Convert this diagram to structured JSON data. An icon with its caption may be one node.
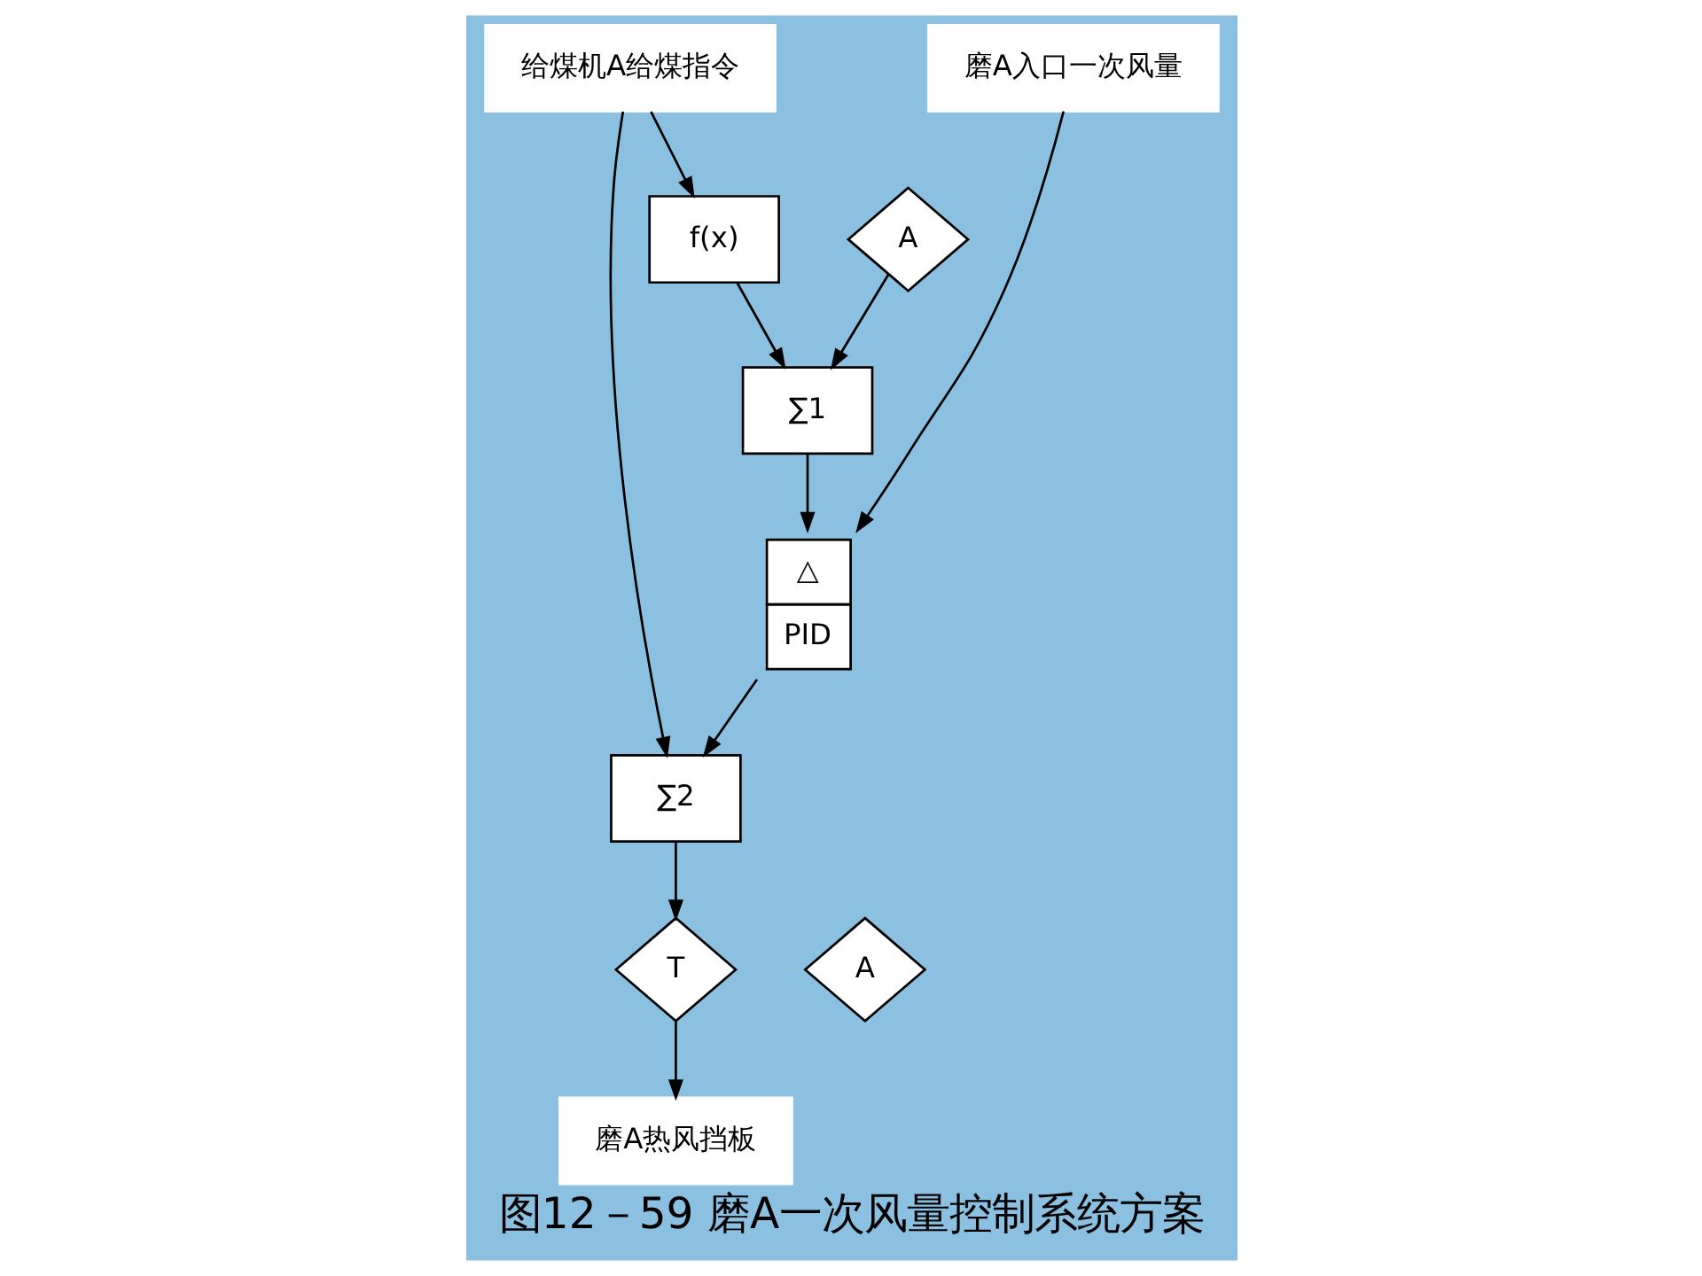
{
  "diagram": {
    "caption": "图12－59 磨A一次风量控制系统方案",
    "nodes": [
      {
        "text": [
          "给煤机A给煤指令"
        ]
      },
      {
        "text": [
          "磨A入口一次风量"
        ]
      },
      {
        "text": [
          "f(x)"
        ]
      },
      {
        "text": [
          "A"
        ]
      },
      {
        "text": [
          "∑1"
        ]
      },
      {
        "text": [
          "△",
          "PID"
        ]
      },
      {
        "text": [
          "∑2"
        ]
      },
      {
        "text": [
          "T"
        ]
      },
      {
        "text": [
          "A"
        ]
      },
      {
        "text": [
          "磨A热风挡板"
        ]
      }
    ],
    "edges": [
      {
        "from": 0,
        "to": 2,
        "arrow": "to"
      },
      {
        "from": 0,
        "to": 6,
        "arrow": "to"
      },
      {
        "from": 2,
        "to": 4,
        "arrow": "to"
      },
      {
        "from": 3,
        "to": 4,
        "arrow": "to"
      },
      {
        "from": 4,
        "to": 5,
        "arrow": "to"
      },
      {
        "from": 1,
        "to": 5,
        "arrow": "to"
      },
      {
        "from": 5,
        "to": 6,
        "arrow": "to"
      },
      {
        "from": 6,
        "to": 7,
        "arrow": "to"
      },
      {
        "from": 7,
        "to": 9,
        "arrow": "to"
      }
    ]
  }
}
